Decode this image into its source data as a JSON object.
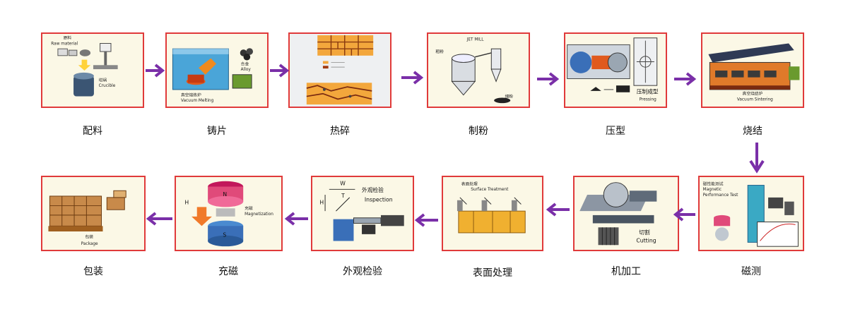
{
  "steps": [
    {
      "id": "batching",
      "caption": "配料",
      "labels": {
        "a": "原料",
        "b": "Raw material",
        "c": "坩埚",
        "d": "Crucible"
      }
    },
    {
      "id": "casting",
      "caption": "铸片",
      "labels": {
        "a": "合金",
        "b": "Alloy",
        "c": "真空熔炼炉",
        "d": "Vacuum Melting"
      }
    },
    {
      "id": "crushing",
      "caption": "热碎"
    },
    {
      "id": "milling",
      "caption": "制粉",
      "labels": {
        "a": "JET MILL",
        "b": "粗粉",
        "c": "细粉"
      }
    },
    {
      "id": "pressing",
      "caption": "压型",
      "labels": {
        "a": "压制成型",
        "b": "Pressing"
      }
    },
    {
      "id": "sintering",
      "caption": "烧结",
      "labels": {
        "a": "真空烧结炉",
        "b": "Vacuum Sintering"
      }
    },
    {
      "id": "magnetic-test",
      "caption": "磁测",
      "labels": {
        "a": "磁性能测试",
        "b": "Magnetic",
        "c": "Performance Test"
      }
    },
    {
      "id": "machining",
      "caption": "机加工",
      "labels": {
        "a": "切割",
        "b": "Cutting"
      }
    },
    {
      "id": "surface",
      "caption": "表面处理",
      "labels": {
        "a": "表面处理",
        "b": "Surface Treatment"
      }
    },
    {
      "id": "inspection",
      "caption": "外观检验",
      "labels": {
        "a": "外观检验",
        "b": "Inspection",
        "c": "W",
        "d": "T",
        "e": "H"
      }
    },
    {
      "id": "magnetizing",
      "caption": "充磁",
      "labels": {
        "a": "充磁",
        "b": "Magnetization",
        "c": "N",
        "d": "S",
        "e": "H"
      }
    },
    {
      "id": "packaging",
      "caption": "包装",
      "labels": {
        "a": "包装",
        "b": "Package"
      }
    }
  ],
  "colors": {
    "frame": "#e03a3a",
    "arrow": "#7a2fa8",
    "panel": "#fbf8e6"
  }
}
